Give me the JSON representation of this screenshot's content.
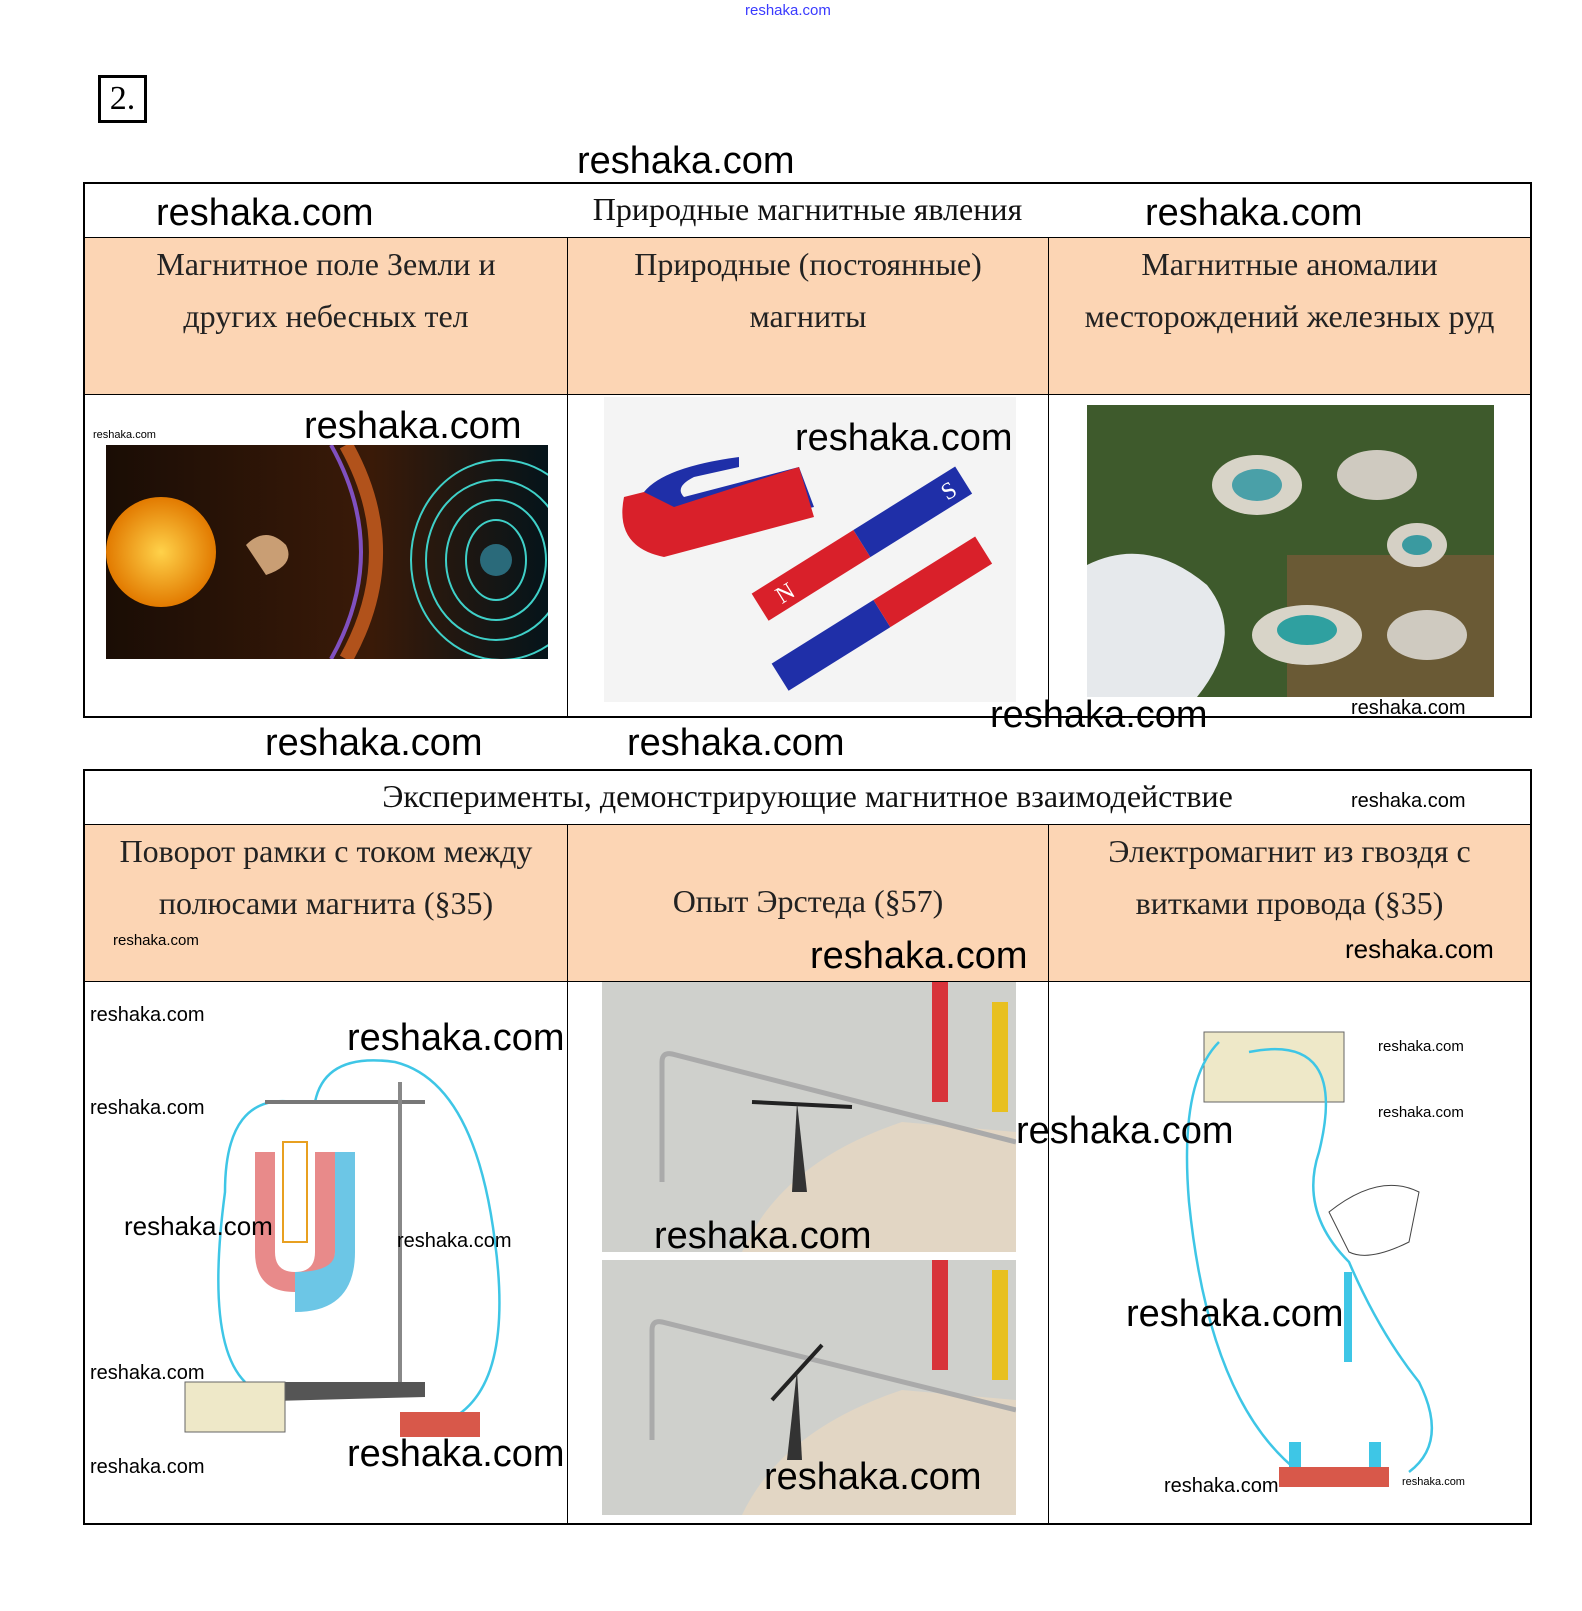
{
  "watermark": "reshaka.com",
  "task_number": "2.",
  "table1": {
    "title": "Природные магнитные явления",
    "headers": [
      "Магнитное поле Земли и других небесных тел",
      "Природные (постоянные) магниты",
      "Магнитные аномалии месторождений железных руд"
    ],
    "images": [
      "sun-and-earth-magnetosphere",
      "horseshoe-and-bar-magnets",
      "iron-ore-quarry-satellite-view"
    ],
    "magnet_labels": {
      "n": "N",
      "s": "S"
    }
  },
  "table2": {
    "title": "Эксперименты, демонстрирующие магнитное взаимодействие",
    "headers": [
      "Поворот рамки с током между полюсами магнита (§35)",
      "Опыт Эрстеда (§57)",
      "Электромагнит из гвоздя с витками провода (§35)"
    ],
    "images": [
      "current-loop-between-magnet-poles",
      "oersted-experiment-photos",
      "nail-electromagnet-circuit"
    ]
  },
  "colors": {
    "header_bg": "#fcd5b4",
    "wire": "#3ec6e6",
    "magnet_red": "#d9202a",
    "magnet_blue": "#1f2fa8"
  }
}
